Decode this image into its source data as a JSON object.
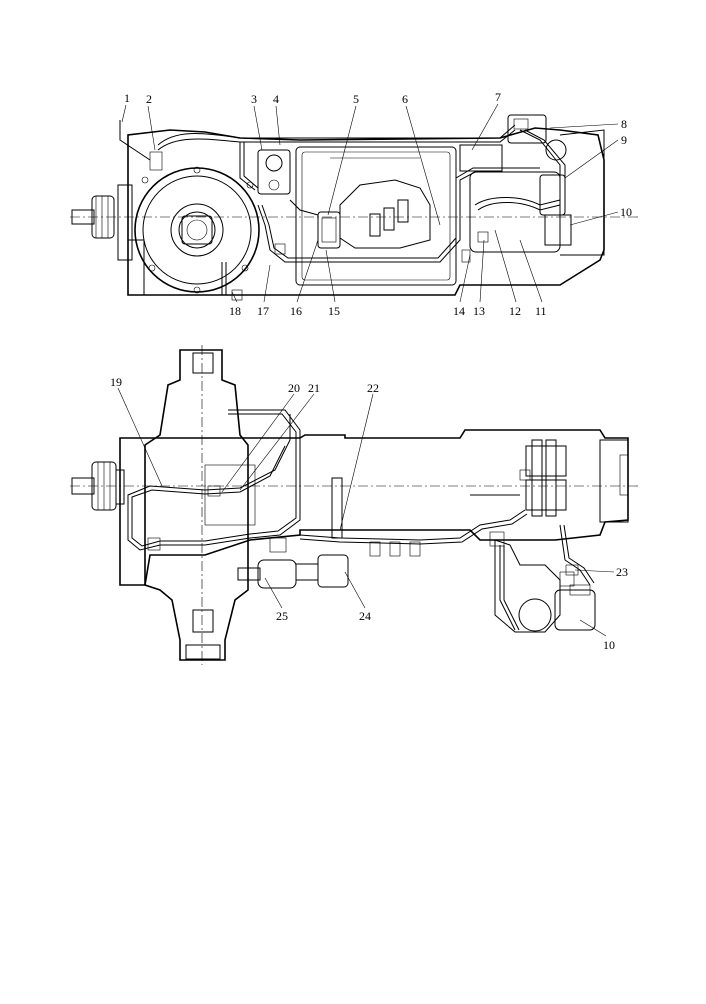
{
  "top_view": {
    "callouts_top": [
      "1",
      "2",
      "3",
      "4",
      "5",
      "6",
      "7",
      "8",
      "9",
      "10"
    ],
    "callouts_bottom": [
      "18",
      "17",
      "16",
      "15",
      "14",
      "13",
      "12",
      "11"
    ]
  },
  "bottom_view": {
    "callouts": [
      "19",
      "20",
      "21",
      "22",
      "23",
      "10",
      "24",
      "25"
    ]
  }
}
